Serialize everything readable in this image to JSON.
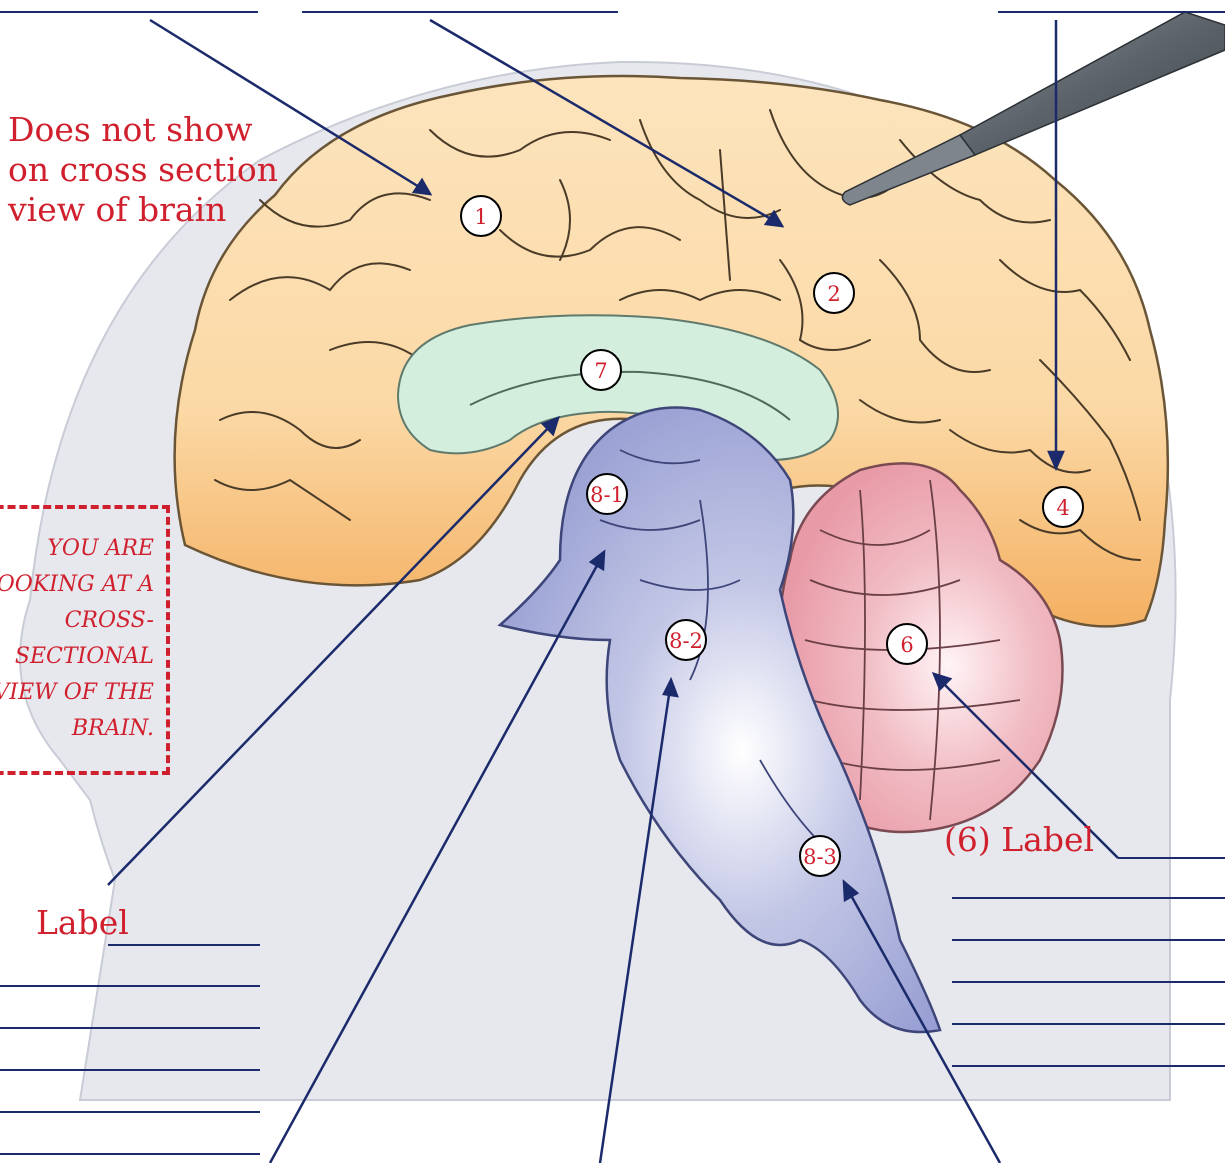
{
  "note": "Does not show on cross section view of brain",
  "info_box": "You are looking at a cross-sectional view of the brain.",
  "labels": {
    "left": "Label",
    "right": "(6) Label"
  },
  "markers": {
    "m1": "1",
    "m2": "2",
    "m4": "4",
    "m6": "6",
    "m7": "7",
    "m8_1": "8-1",
    "m8_2": "8-2",
    "m8_3": "8-3"
  },
  "colors": {
    "cerebrum": "#fbdcad",
    "cerebrum_shade": "#f5b667",
    "corpus_callosum": "#d4eede",
    "brainstem": "#a3aad7",
    "cerebellum": "#f0b2ba",
    "head": "#e6e8ee",
    "leader_line": "#1b2a6b",
    "label_red": "#d0202e"
  }
}
